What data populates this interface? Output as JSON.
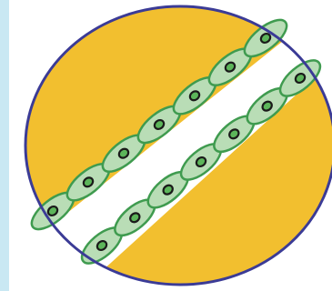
{
  "colors": {
    "background": "#ffffff",
    "edge_strip": "#c9e8f3",
    "disc_fill": "#f2bf2f",
    "disc_outline": "#3b3b96",
    "channel": "#ffffff",
    "cell_fill": "#b9ddb6",
    "cell_outline": "#3f9b4f",
    "nucleus_ring": "#1a1a1a",
    "nucleus_core": "#5cb55a"
  },
  "diagram": {
    "disc_shape": "ellipse",
    "channel_count": 1,
    "cell_rows": [
      {
        "name": "upper-cell-row",
        "cell_count": 7
      },
      {
        "name": "lower-cell-row",
        "cell_count": 7
      }
    ]
  }
}
